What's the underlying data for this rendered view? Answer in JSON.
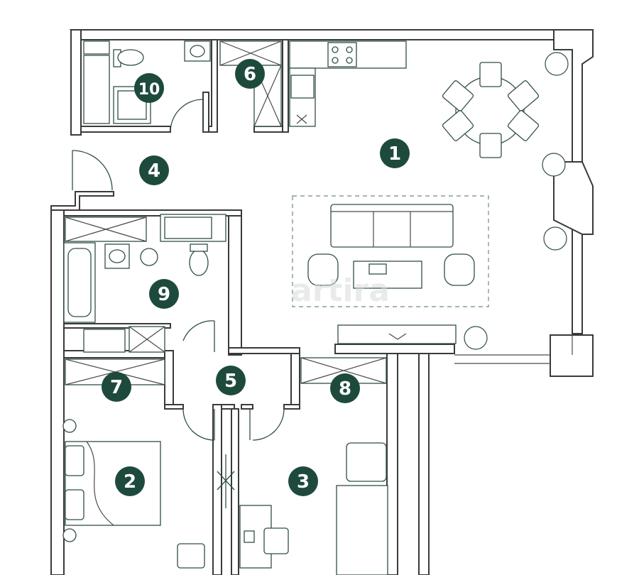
{
  "rooms": [
    {
      "number": "1"
    },
    {
      "number": "2"
    },
    {
      "number": "3"
    },
    {
      "number": "4"
    },
    {
      "number": "5"
    },
    {
      "number": "6"
    },
    {
      "number": "7"
    },
    {
      "number": "8"
    },
    {
      "number": "9"
    },
    {
      "number": "10"
    }
  ],
  "watermark": {
    "text": "artira"
  },
  "colors": {
    "label_fill": "#1e4a3d",
    "furniture_stroke": "#2f4f47",
    "wall_stroke": "#3a3a3a"
  }
}
